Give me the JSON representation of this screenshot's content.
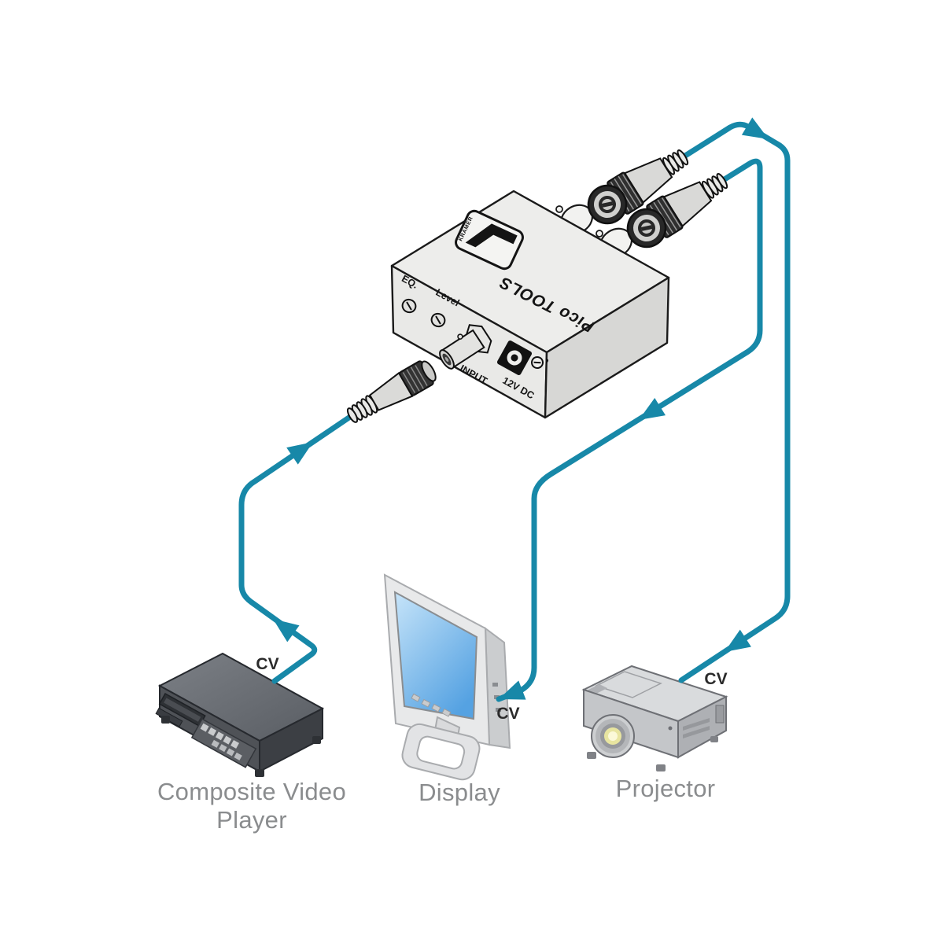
{
  "colors": {
    "cable": "#1788A8",
    "caption_text": "#8A8C8E",
    "cv_text": "#2B2B2B",
    "screen_blue_light": "#C6E4F9",
    "screen_blue_dark": "#5AA5E3"
  },
  "amplifier": {
    "brand": "KRAMER",
    "product_line": "Pico TOOLS",
    "front_panel": {
      "eq_label": "EQ.",
      "level_label": "Level",
      "input_label": "INPUT",
      "power_label": "12V DC"
    }
  },
  "sources": {
    "player": {
      "caption_line1": "Composite Video",
      "caption_line2": "Player"
    }
  },
  "sinks": {
    "display": {
      "caption": "Display"
    },
    "projector": {
      "caption": "Projector"
    }
  },
  "connections": [
    {
      "from": "Composite Video Player",
      "to": "Amplifier INPUT",
      "signal": "CV"
    },
    {
      "from": "Amplifier output",
      "to": "Display",
      "signal": "CV"
    },
    {
      "from": "Amplifier output",
      "to": "Projector",
      "signal": "CV"
    }
  ]
}
